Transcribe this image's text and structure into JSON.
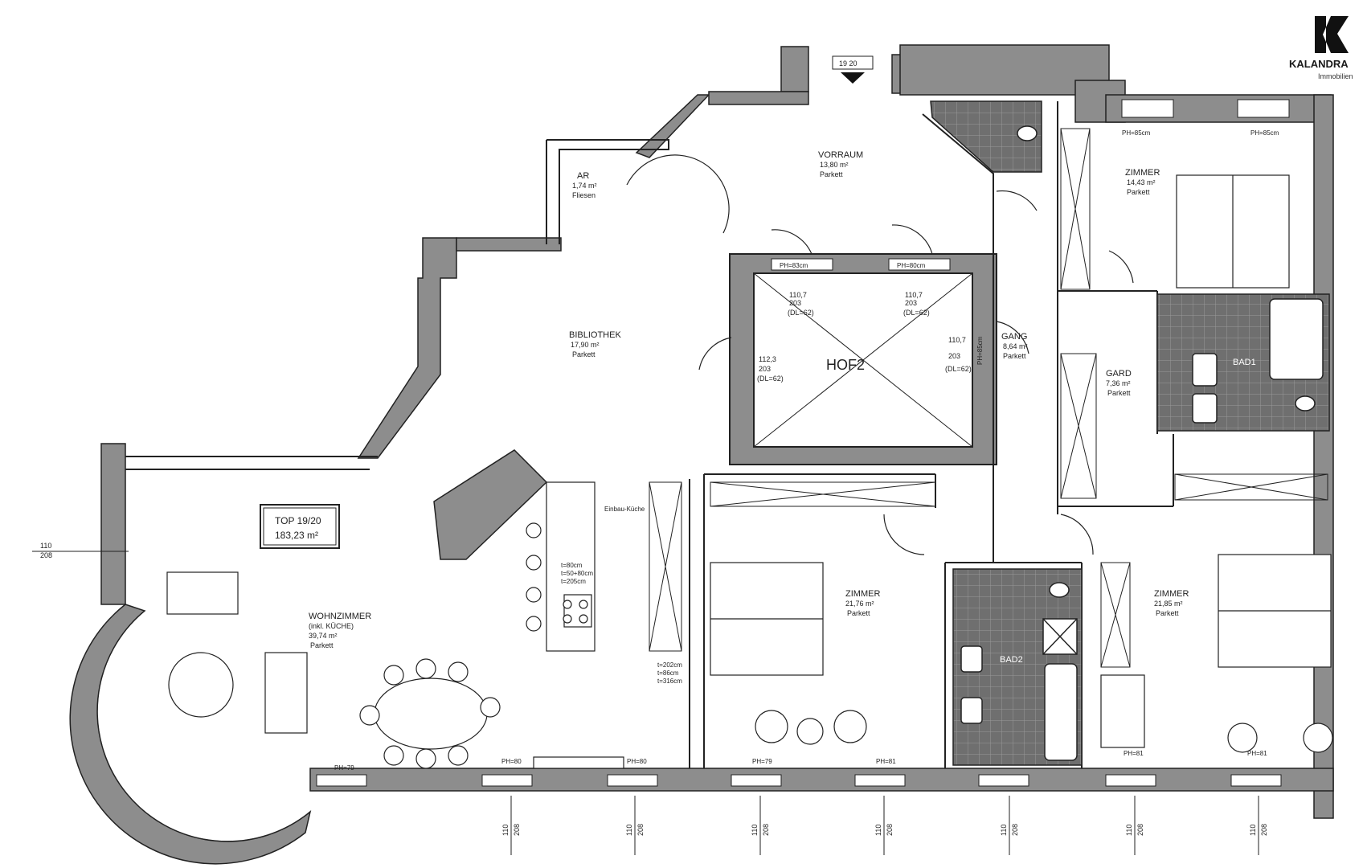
{
  "logo": {
    "name": "KALANDRA",
    "sub": "Immobilien"
  },
  "entrance_label": "19 20",
  "top_box": {
    "line1": "TOP 19/20",
    "line2": "183,23 m²"
  },
  "courtyard": {
    "name": "HOF2"
  },
  "rooms": [
    {
      "id": "vorraum",
      "name": "VORRAUM",
      "area": "13,80 m²",
      "floor": "Parkett"
    },
    {
      "id": "ar",
      "name": "AR",
      "area": "1,74 m²",
      "floor": "Fliesen"
    },
    {
      "id": "bibliothek",
      "name": "BIBLIOTHEK",
      "area": "17,90 m²",
      "floor": "Parkett"
    },
    {
      "id": "zimmer-ne",
      "name": "ZIMMER",
      "area": "14,43 m²",
      "floor": "Parkett"
    },
    {
      "id": "gang",
      "name": "GANG",
      "area": "8,64 m²",
      "floor": "Parkett"
    },
    {
      "id": "gard",
      "name": "GARD",
      "area": "7,36 m²",
      "floor": "Parkett"
    },
    {
      "id": "bad1",
      "name": "BAD1",
      "area": "",
      "floor": ""
    },
    {
      "id": "wohnzimmer",
      "name": "WOHNZIMMER",
      "area": "39,74 m²",
      "floor": "Parkett",
      "note": "(inkl. KÜCHE)"
    },
    {
      "id": "zimmer-mid",
      "name": "ZIMMER",
      "area": "21,76 m²",
      "floor": "Parkett"
    },
    {
      "id": "bad2",
      "name": "BAD2",
      "area": "",
      "floor": ""
    },
    {
      "id": "zimmer-se",
      "name": "ZIMMER",
      "area": "21,85 m²",
      "floor": "Parkett"
    }
  ],
  "door_labels": {
    "ph83": "PH=83cm",
    "ph80": "PH=80cm",
    "ph85a": "PH=85cm",
    "ph85b": "PH=85cm",
    "ph85c": "PH=85cm",
    "dl1": "110,7",
    "dl1b": "203",
    "dl1c": "(DL=62)",
    "dl2": "110,7",
    "dl2b": "203",
    "dl2c": "(DL=62)",
    "dl3": "112,3",
    "dl3b": "203",
    "dl3c": "(DL=62)",
    "dl4": "110,7",
    "dl4b": "203",
    "dl4c": "(DL=62)"
  },
  "window_dims": {
    "w_top": "110",
    "w_bottom": "208"
  },
  "sill_labels": {
    "s1": "PH=79",
    "s2": "PH=80",
    "s3": "PH=80",
    "s4": "PH=79",
    "s5": "PH=81",
    "s6": "PH=81",
    "s7": "PH=81"
  },
  "kitchen": {
    "label": "Einbau-Küche",
    "n1": "t=80cm",
    "n2": "t=50+80cm",
    "n3": "t=205cm",
    "n4": "t=202cm",
    "n5": "t=86cm",
    "n6": "t=316cm"
  }
}
